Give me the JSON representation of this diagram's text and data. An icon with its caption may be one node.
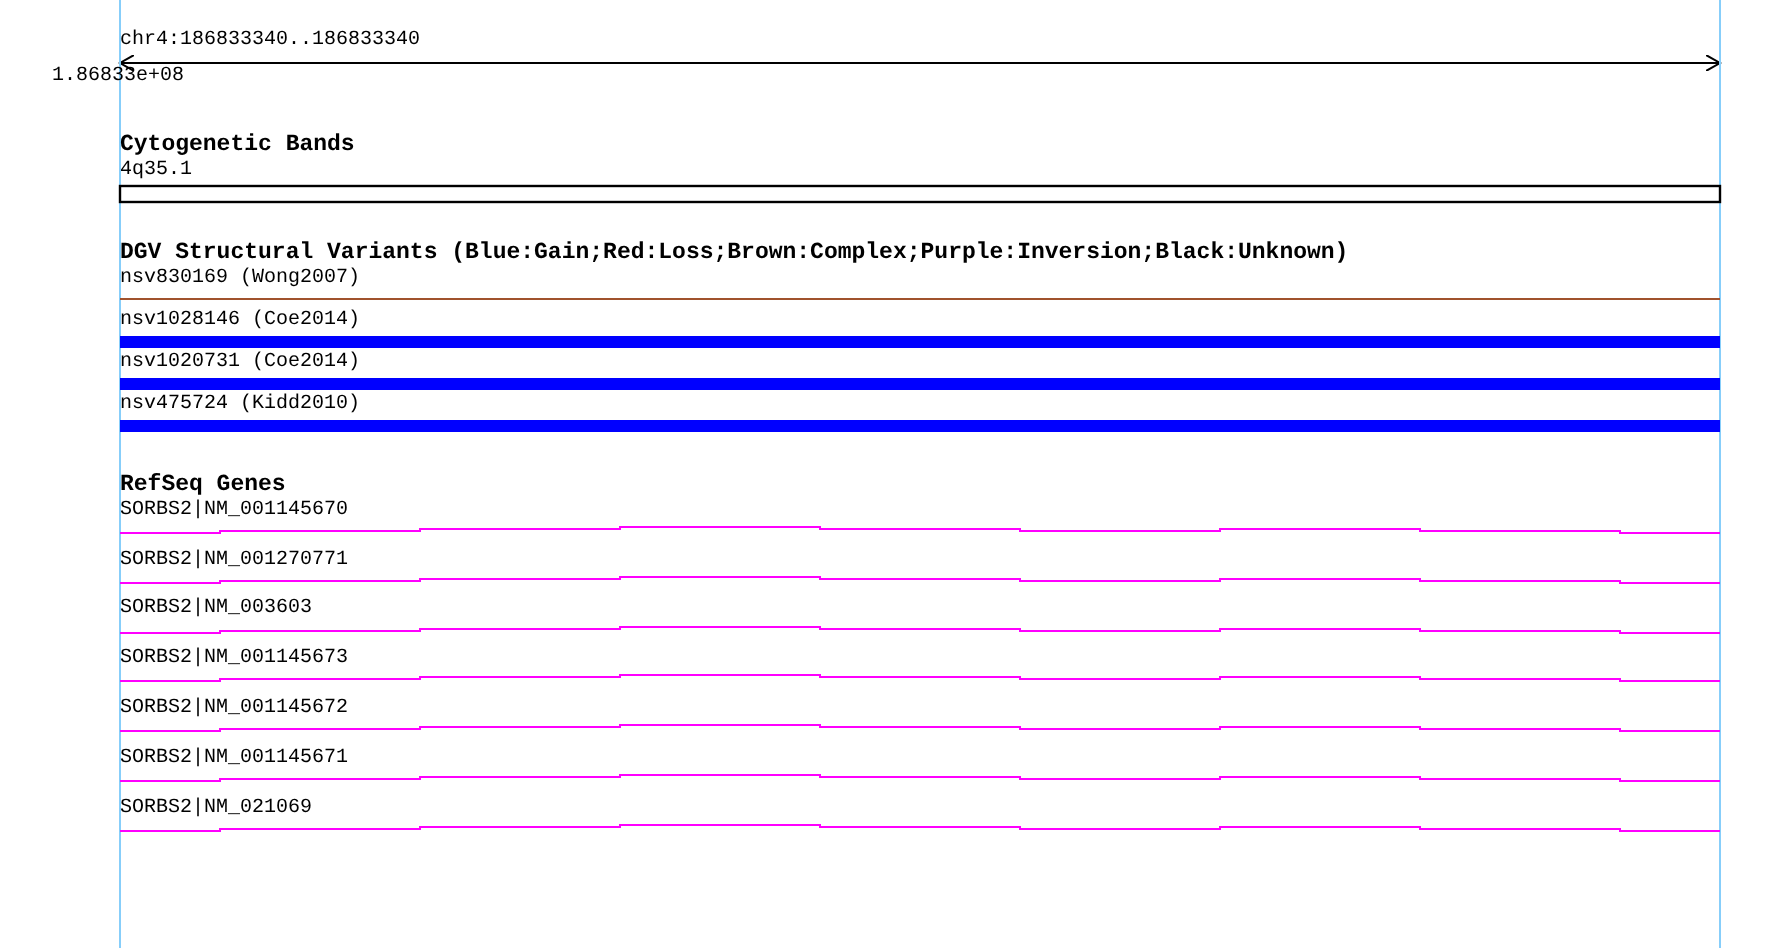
{
  "diagram": {
    "labels": [
      "chr4:186833340..186833340",
      "1.86833e+08",
      "Cytogenetic Bands",
      "4q35.1",
      "DGV Structural Variants (Blue:Gain;Red:Loss;Brown:Complex;Purple:Inversion;Black:Unknown)",
      "nsv830169 (Wong2007)",
      "nsv1028146 (Coe2014)",
      "nsv1020731 (Coe2014)",
      "nsv475724 (Kidd2010)",
      "RefSeq Genes",
      "SORBS2|NM_001145670",
      "SORBS2|NM_001270771",
      "SORBS2|NM_003603",
      "SORBS2|NM_001145673",
      "SORBS2|NM_001145672",
      "SORBS2|NM_001145671",
      "SORBS2|NM_021069"
    ]
  }
}
